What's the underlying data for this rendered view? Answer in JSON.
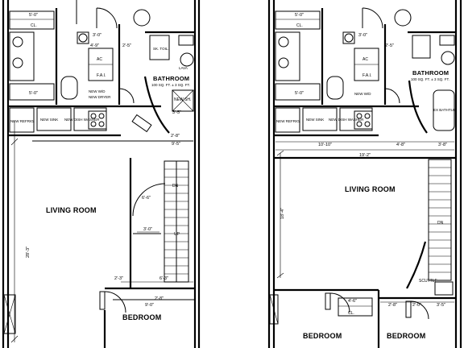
{
  "left_plan": {
    "rooms": {
      "living": "LIVING ROOM",
      "bedroom": "BEDROOM",
      "bathroom": "BATHROOM",
      "bath_sub": "100 SQ. FT.  ± 3 SQ. FT."
    },
    "fixtures": {
      "cl": "CL.",
      "ac": "AC",
      "fai": "F.A.I.",
      "sk_toilet": "SK. TOIL.",
      "lava": "LAVA",
      "new_sh": "NEW SH.",
      "new_refrig": "NEW REFRIG.",
      "new_sink": "NEW SINK",
      "new_dishwasher": "NEW DISH WASHER",
      "new_wd": "NEW W/D",
      "new_dryer": "NEW DRYER",
      "dn": "DN",
      "up": "UP"
    },
    "dims": {
      "d1": "5'-0\"",
      "d2": "3'-0\"",
      "d3": "2'-5\"",
      "d4": "4'-9\"",
      "d5": "5'-0\"",
      "d6": "2'-8\"",
      "d7": "3'-5\"",
      "d8": "3'-0\"",
      "d9": "6'-6\"",
      "d10": "9'-0\"",
      "d11": "2'-3\"",
      "d12": "6'-3\"",
      "d13": "28'-3\"",
      "d14": "9'-5\"",
      "d15": "2'-8\""
    }
  },
  "right_plan": {
    "rooms": {
      "living": "LIVING ROOM",
      "bedroom1": "BEDROOM",
      "bedroom2": "BEDROOM",
      "bathroom": "BATHROOM",
      "bath_sub": "100 SQ. FT.  ± 3 SQ. FT.",
      "bathtub": "EX BATHTUB"
    },
    "fixtures": {
      "cl_top": "CL.",
      "cl_bottom": "CL.",
      "ac": "AC",
      "fai": "F.A.I.",
      "new_refrig": "NEW REFRIG.",
      "new_sink": "NEW SINK",
      "new_dishwasher": "NEW DISH WASHER",
      "new_wd": "NEW W/D",
      "scuttle": "SCUTTLE",
      "dn": "DN"
    },
    "dims": {
      "d1": "5'-0\"",
      "d2": "3'-0\"",
      "d3": "10'-10\"",
      "d4": "4'-8\"",
      "d5": "3'-8\"",
      "d6": "19'-2\"",
      "d7": "18'-4\"",
      "d8": "4'-6\"",
      "d9": "2'-8\"",
      "d10": "2'-0\"",
      "d11": "3'-5\"",
      "d12": "2'-5\"",
      "d13": "5'-0\""
    }
  }
}
